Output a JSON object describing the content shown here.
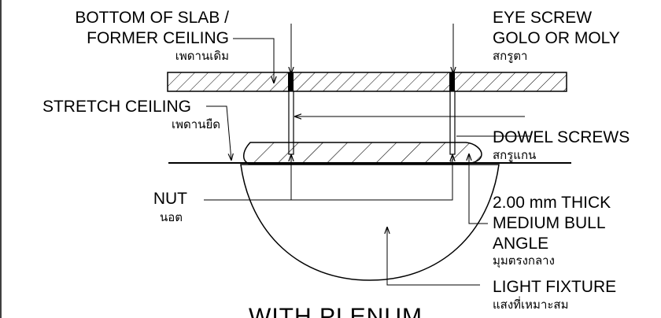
{
  "colors": {
    "ink": "#000000",
    "paper": "#ffffff"
  },
  "labels": {
    "slab": {
      "line1": "BOTTOM OF SLAB /",
      "line2": "FORMER CEILING",
      "thai": "เพดานเดิม"
    },
    "stretch": {
      "line1": "STRETCH CEILING",
      "thai": "เพดานยืด"
    },
    "nut": {
      "line1": "NUT",
      "thai": "นอต"
    },
    "eye_screw": {
      "line1": "EYE SCREW",
      "line2": "GOLO OR MOLY",
      "thai": "สกรูตา"
    },
    "dowel": {
      "line1": "DOWEL SCREWS",
      "thai": "สกรูแกน"
    },
    "angle": {
      "line1": "2.00 mm THICK",
      "line2": "MEDIUM BULL",
      "line3": "ANGLE",
      "thai": "มุมตรงกลาง"
    },
    "fixture": {
      "line1": "LIGHT FIXTURE",
      "thai": "แสงที่เหมาะสม"
    }
  },
  "caption": "WITH PLENUM"
}
